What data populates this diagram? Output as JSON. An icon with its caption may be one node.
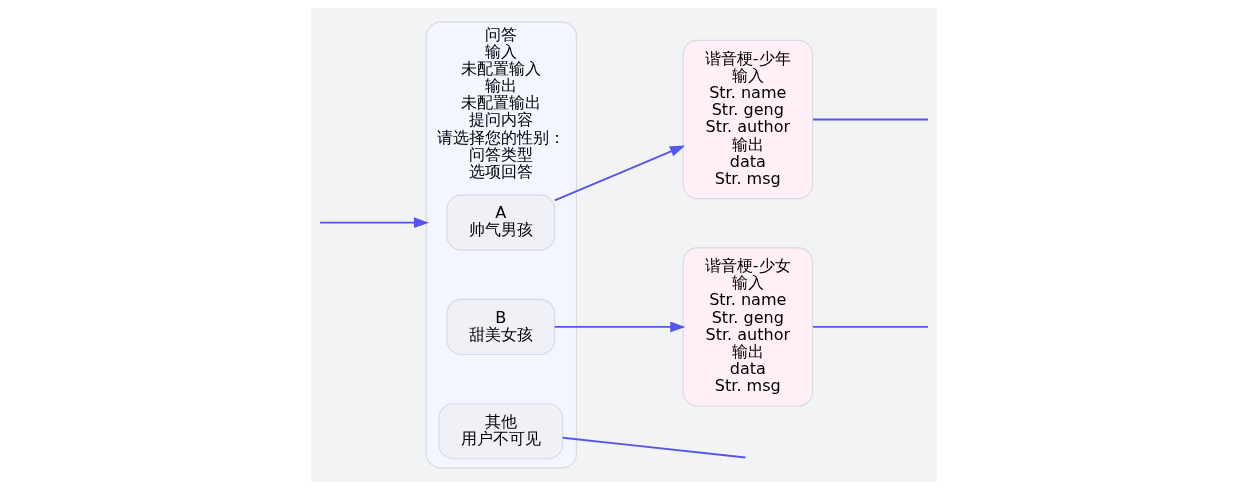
{
  "diagram": {
    "nodes": [
      {
        "text": [
          "问答",
          "输入",
          "未配置输入",
          "输出",
          "未配置输出",
          "提问内容",
          "请选择您的性别：",
          "问答类型",
          "选项回答"
        ]
      },
      {
        "text": [
          "A",
          "帅气男孩"
        ],
        "in": 0
      },
      {
        "text": [
          "B",
          "甜美女孩"
        ],
        "in": 0
      },
      {
        "text": [
          "其他",
          "用户不可见"
        ],
        "in": 0
      },
      {
        "text": [
          "谐音梗-少年",
          "输入",
          "Str. name",
          "Str. geng",
          "Str. author",
          "输出",
          "data",
          "Str. msg"
        ]
      },
      {
        "text": [
          "谐音梗-少女",
          "输入",
          "Str. name",
          "Str. geng",
          "Str. author",
          "输出",
          "data",
          "Str. msg"
        ]
      }
    ],
    "edges": [
      {
        "from": null,
        "to": 0,
        "arrow": "to"
      },
      {
        "from": 1,
        "to": 4,
        "arrow": "to"
      },
      {
        "from": 2,
        "to": 5,
        "arrow": "to"
      },
      {
        "from": 3,
        "to": null,
        "arrow": "none"
      },
      {
        "from": 4,
        "to": null,
        "arrow": "none"
      },
      {
        "from": 5,
        "to": null,
        "arrow": "none"
      }
    ]
  }
}
